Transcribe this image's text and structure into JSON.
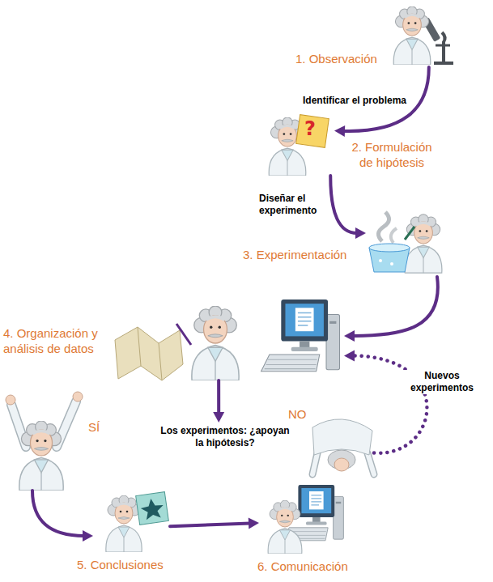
{
  "diagram": {
    "nodes": [
      {
        "text": [
          "1. Observación"
        ]
      },
      {
        "text": [
          "2. Formulación de hipótesis"
        ]
      },
      {
        "text": [
          "3. Experimentación"
        ]
      },
      {
        "text": [
          "4. Organización y análisis de datos"
        ]
      },
      {
        "text": [
          "Los experimentos: ¿apoyan la hipótesis?"
        ]
      },
      {
        "text": [
          "SÍ"
        ]
      },
      {
        "text": [
          "NO"
        ]
      },
      {
        "text": [
          "5. Conclusiones"
        ]
      },
      {
        "text": [
          "6. Comunicación"
        ]
      }
    ],
    "edges": [
      {
        "from": 0,
        "to": 1,
        "label": "Identificar el problema",
        "arrow": "to"
      },
      {
        "from": 1,
        "to": 2,
        "label": "Diseñar el experimento",
        "arrow": "to"
      },
      {
        "from": 2,
        "to": 3,
        "arrow": "to"
      },
      {
        "from": 3,
        "to": 4,
        "arrow": "to"
      },
      {
        "from": 5,
        "to": 7,
        "arrow": "to"
      },
      {
        "from": 7,
        "to": 8,
        "arrow": "to"
      },
      {
        "from": 6,
        "to": 3,
        "label": "Nuevos experimentos",
        "arrow": "to"
      }
    ],
    "labels": [
      "?"
    ]
  }
}
